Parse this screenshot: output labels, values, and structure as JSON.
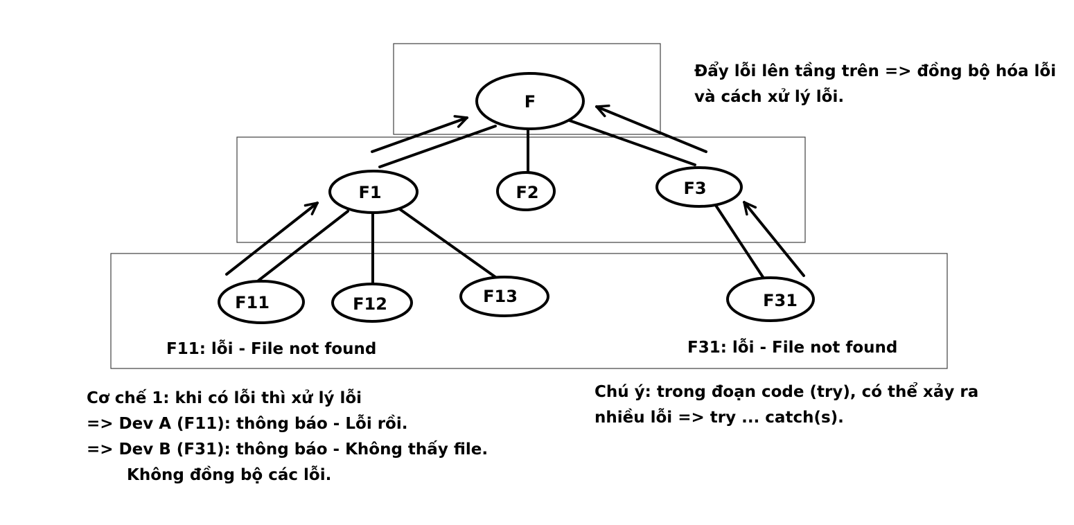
{
  "colors": {
    "ink": "#000000",
    "panel_border": "#404040",
    "background": "#ffffff"
  },
  "nodes": {
    "f": "F",
    "f1": "F1",
    "f2": "F2",
    "f3": "F3",
    "f11": "F11",
    "f12": "F12",
    "f13": "F13",
    "f31": "F31"
  },
  "notes": {
    "top_right": [
      "Đẩy lỗi lên tầng trên => đồng bộ hóa lỗi",
      "và cách xử lý lỗi."
    ],
    "f11_error": "F11: lỗi - File not found",
    "f31_error": "F31: lỗi - File not found",
    "mechanism": [
      "Cơ chế 1: khi có lỗi thì xử lý lỗi",
      "=> Dev A (F11): thông báo - Lỗi rồi.",
      "=> Dev B (F31): thông báo - Không thấy file.",
      "Không đồng bộ các lỗi."
    ],
    "attention": [
      "Chú ý: trong đoạn code (try), có thể xảy ra",
      "nhiều lỗi => try ... catch(s)."
    ]
  }
}
